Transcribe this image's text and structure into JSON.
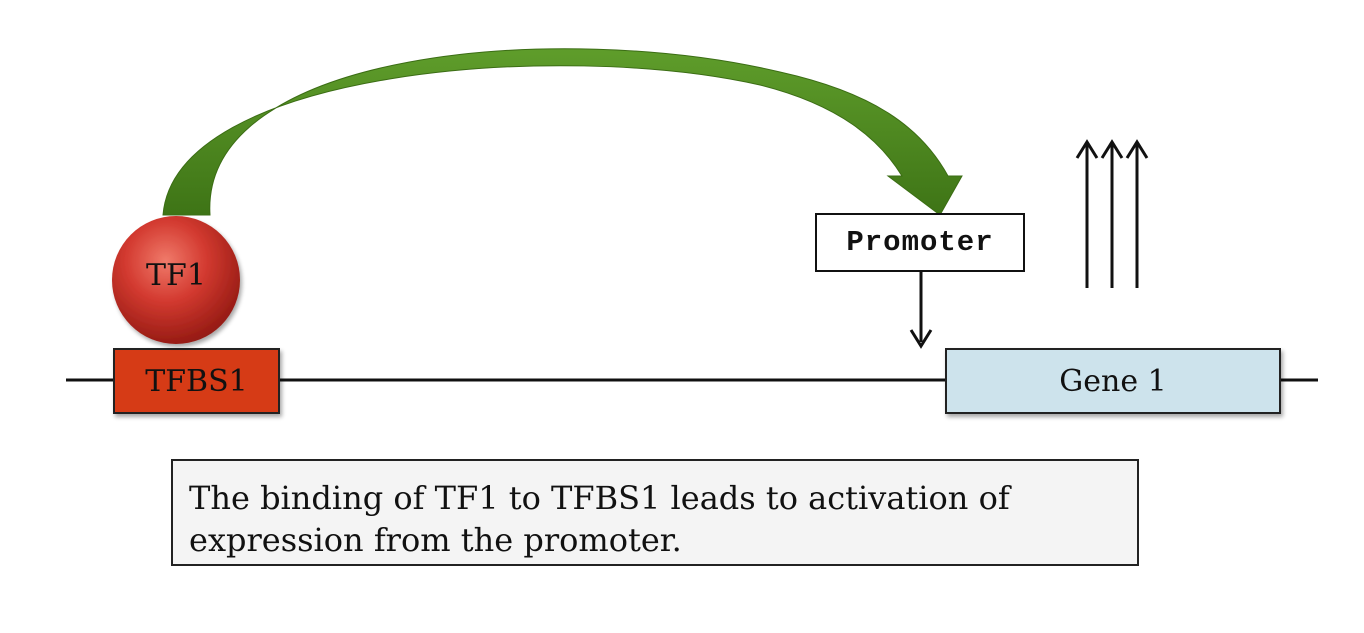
{
  "diagram": {
    "tf": {
      "label": "TF1",
      "color": "#cc2a22"
    },
    "tfbs": {
      "label": "TFBS1",
      "color": "#d63b14"
    },
    "promoter": {
      "label": "Promoter"
    },
    "gene": {
      "label": "Gene 1",
      "color": "#cde3ec"
    },
    "activation_arrow": {
      "color": "#4e8c1e"
    },
    "upregulation_arrows": {
      "count": 3
    },
    "caption": "The binding of TF1 to TFBS1 leads to activation of expression from the promoter."
  }
}
